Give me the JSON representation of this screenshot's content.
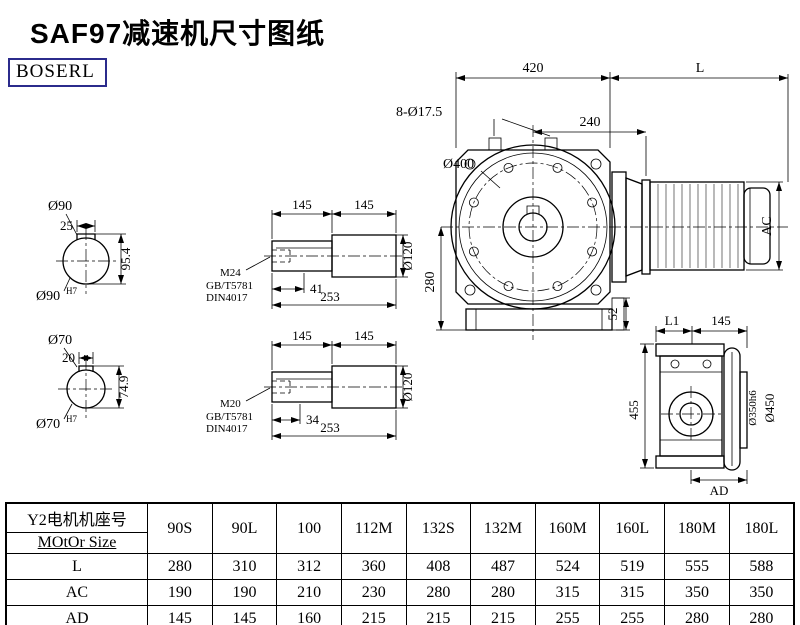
{
  "page": {
    "title": "SAF97减速机尺寸图纸",
    "logo": "BOSERL"
  },
  "views": {
    "bore_top": {
      "dia": "Ø90",
      "key_w": "25",
      "key_h": "95.4",
      "fit_dia": "Ø90",
      "fit_tol": "H7"
    },
    "bore_bottom": {
      "dia": "Ø70",
      "key_w": "20",
      "key_h": "74.9",
      "fit_dia": "Ø70",
      "fit_tol": "H7"
    },
    "shaft_top": {
      "len1": "145",
      "len2": "145",
      "dia": "Ø120",
      "thread": "M24",
      "std1": "GB/T5781",
      "std2": "DIN4017",
      "thread_len": "41",
      "total": "253"
    },
    "shaft_bottom": {
      "len1": "145",
      "len2": "145",
      "dia": "Ø120",
      "thread": "M20",
      "std1": "GB/T5781",
      "std2": "DIN4017",
      "thread_len": "34",
      "total": "253"
    },
    "front": {
      "width": "420",
      "motor_len": "L",
      "bolt_holes": "8-Ø17.5",
      "center_to_face": "240",
      "flange_dia": "Ø400",
      "center_height": "280",
      "foot": "52",
      "motor_dia": "AC"
    },
    "side": {
      "l1": "L1",
      "w": "145",
      "height": "455",
      "spigot_dia": "Ø350h6",
      "flange_dia": "Ø450",
      "ad": "AD"
    }
  },
  "table": {
    "frame_label_cn": "Y2电机机座号",
    "frame_label_en": "MOtOr Size",
    "sizes": [
      "90S",
      "90L",
      "100",
      "112M",
      "132S",
      "132M",
      "160M",
      "160L",
      "180M",
      "180L"
    ],
    "rows": [
      {
        "label": "L",
        "values": [
          "280",
          "310",
          "312",
          "360",
          "408",
          "487",
          "524",
          "519",
          "555",
          "588"
        ]
      },
      {
        "label": "AC",
        "values": [
          "190",
          "190",
          "210",
          "230",
          "280",
          "280",
          "315",
          "315",
          "350",
          "350"
        ]
      },
      {
        "label": "AD",
        "values": [
          "145",
          "145",
          "160",
          "215",
          "215",
          "215",
          "255",
          "255",
          "280",
          "280"
        ]
      }
    ]
  }
}
